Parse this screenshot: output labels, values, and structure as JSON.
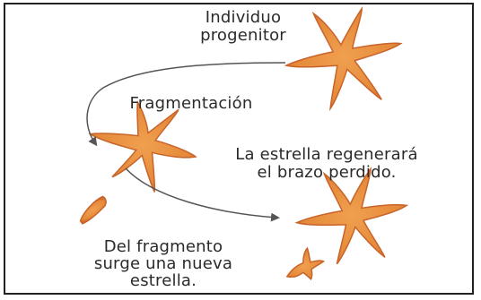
{
  "labels": {
    "parent_line1": "Individuo",
    "parent_line2": "progenitor",
    "fragmentation": "Fragmentación",
    "regenerate_line1": "La estrella regenerará",
    "regenerate_line2": "el brazo perdido.",
    "fragment_line1": "Del fragmento",
    "fragment_line2": "surge una nueva",
    "fragment_line3": "estrella."
  },
  "colors": {
    "starfish_fill": "#e58a3a",
    "starfish_shade": "#c8642a",
    "arrow": "#555555",
    "text": "#2a2a2a",
    "border": "#222222"
  }
}
